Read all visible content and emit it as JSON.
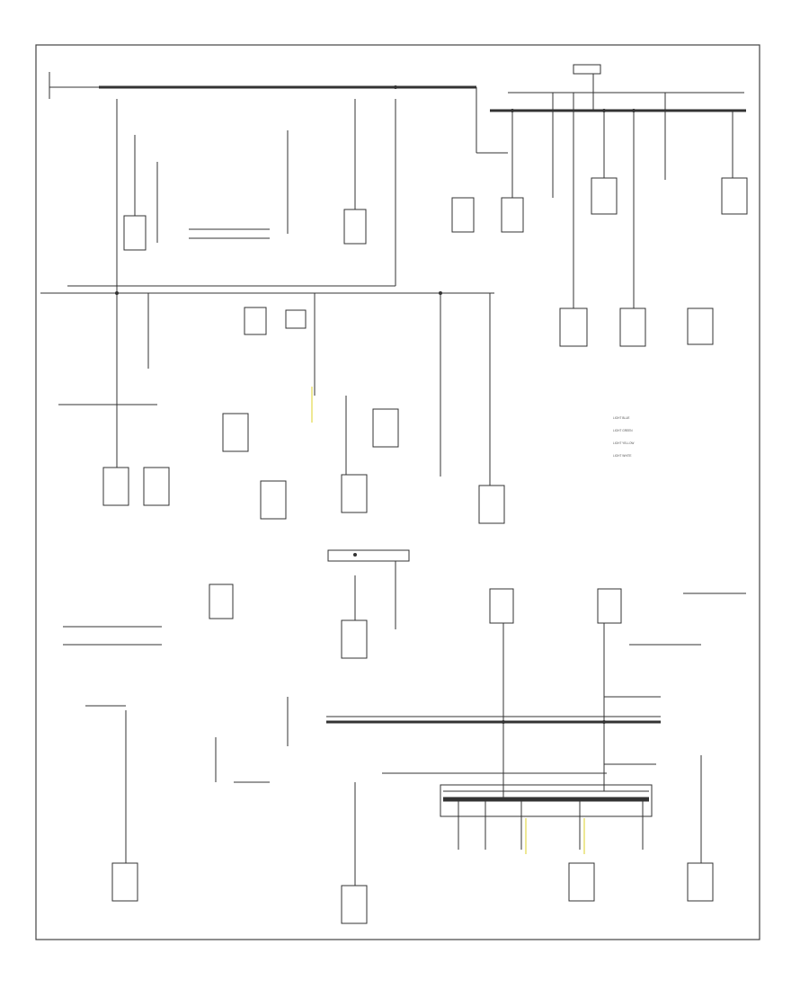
{
  "diagram": {
    "legend": [
      "LIGHT BLUE",
      "LIGHT GREEN",
      "LIGHT YELLOW",
      "LIGHT WHITE"
    ]
  }
}
